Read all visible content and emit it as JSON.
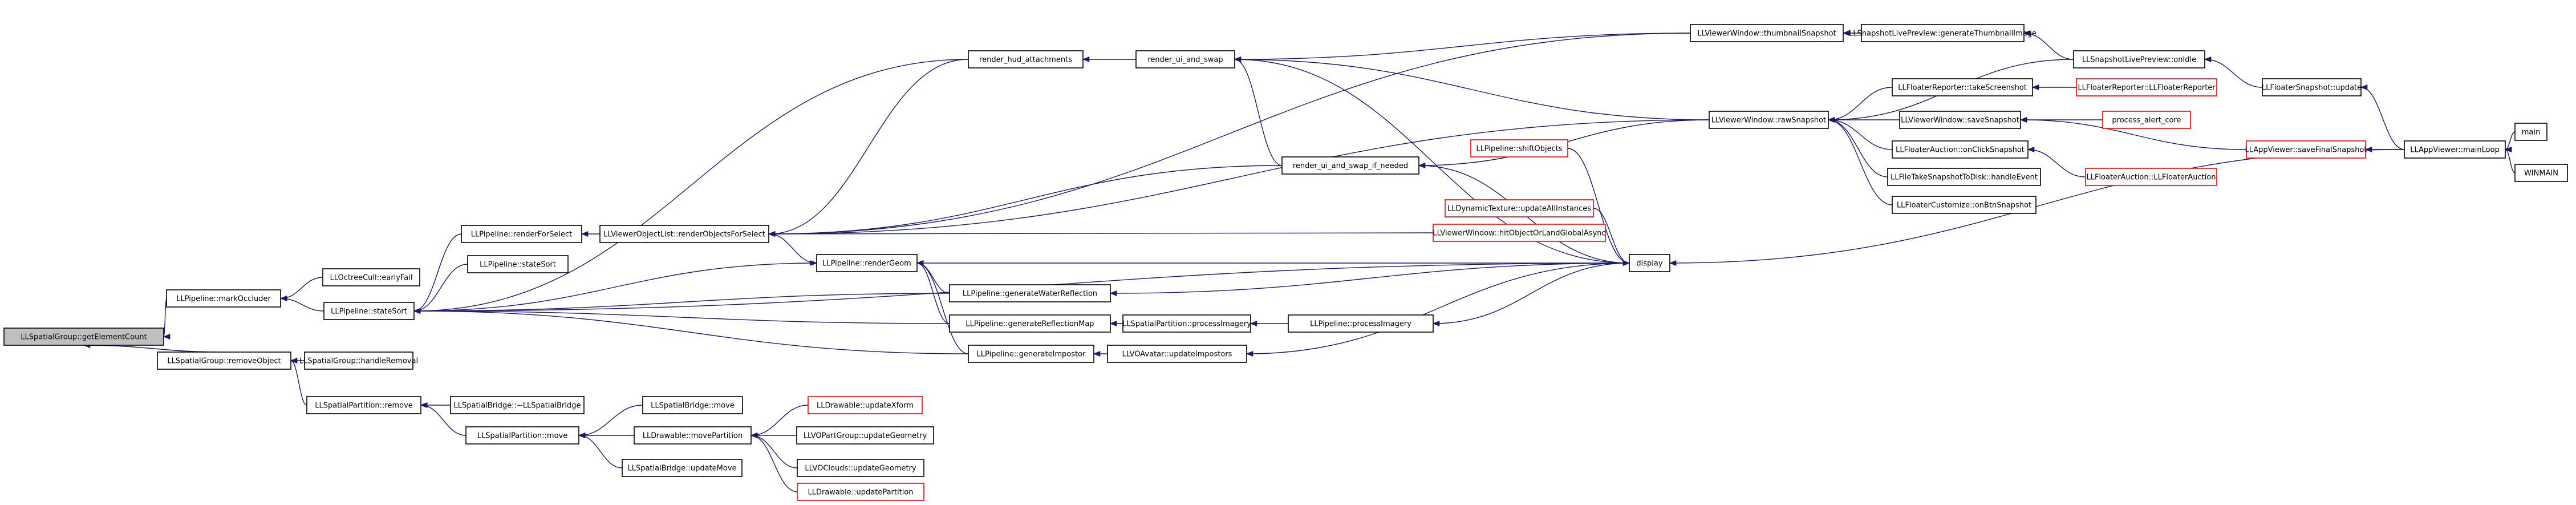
{
  "diagram": {
    "type": "call-graph",
    "colors": {
      "edge": "#191970",
      "node_border": "#000000",
      "node_border_incomplete": "#ff0000",
      "node_fill": "#ffffff",
      "root_fill": "#bfbfbf",
      "text": "#000000"
    },
    "nodes": [
      {
        "id": "n0",
        "label": "LLSpatialGroup::getElementCount",
        "root": true
      },
      {
        "id": "n1",
        "label": "LLPipeline::markOccluder"
      },
      {
        "id": "n2",
        "label": "LLSpatialGroup::removeObject"
      },
      {
        "id": "n3",
        "label": "LLOctreeCull::earlyFail"
      },
      {
        "id": "n4",
        "label": "LLPipeline::stateSort"
      },
      {
        "id": "n5",
        "label": "LLSpatialGroup::handleRemoval"
      },
      {
        "id": "n6",
        "label": "LLSpatialPartition::remove"
      },
      {
        "id": "n7",
        "label": "LLPipeline::renderForSelect"
      },
      {
        "id": "n8",
        "label": "LLPipeline::stateSort"
      },
      {
        "id": "n9",
        "label": "LLSpatialBridge::~LLSpatialBridge"
      },
      {
        "id": "n10",
        "label": "LLSpatialPartition::move"
      },
      {
        "id": "n11",
        "label": "LLViewerObjectList::renderObjectsForSelect"
      },
      {
        "id": "n12",
        "label": "LLSpatialBridge::move"
      },
      {
        "id": "n13",
        "label": "LLDrawable::movePartition"
      },
      {
        "id": "n14",
        "label": "LLSpatialBridge::updateMove"
      },
      {
        "id": "n15",
        "label": "render_hud_attachments"
      },
      {
        "id": "n16",
        "label": "LLPipeline::renderGeom"
      },
      {
        "id": "n17",
        "label": "LLPipeline::generateWaterReflection"
      },
      {
        "id": "n18",
        "label": "LLPipeline::generateReflectionMap"
      },
      {
        "id": "n19",
        "label": "LLPipeline::generateImpostor"
      },
      {
        "id": "n20",
        "label": "LLDrawable::updateXform",
        "incomplete": true
      },
      {
        "id": "n21",
        "label": "LLVOPartGroup::updateGeometry"
      },
      {
        "id": "n22",
        "label": "LLVOClouds::updateGeometry"
      },
      {
        "id": "n23",
        "label": "LLDrawable::updatePartition",
        "incomplete": true
      },
      {
        "id": "n24",
        "label": "render_ui_and_swap"
      },
      {
        "id": "n25",
        "label": "LLSpatialPartition::processImagery"
      },
      {
        "id": "n26",
        "label": "LLVOAvatar::updateImpostors"
      },
      {
        "id": "n27",
        "label": "render_ui_and_swap_if_needed"
      },
      {
        "id": "n28",
        "label": "LLPipeline::processImagery"
      },
      {
        "id": "n29",
        "label": "LLPipeline::shiftObjects",
        "incomplete": true
      },
      {
        "id": "n30",
        "label": "LLDynamicTexture::updateAllInstances",
        "incomplete": true
      },
      {
        "id": "n31",
        "label": "LLViewerWindow::hitObjectOrLandGlobalAsync",
        "incomplete": true
      },
      {
        "id": "n32",
        "label": "display"
      },
      {
        "id": "n33",
        "label": "LLViewerWindow::thumbnailSnapshot"
      },
      {
        "id": "n34",
        "label": "LLViewerWindow::rawSnapshot"
      },
      {
        "id": "n35",
        "label": "LLSnapshotLivePreview::generateThumbnailImage"
      },
      {
        "id": "n36",
        "label": "LLFloaterReporter::takeScreenshot"
      },
      {
        "id": "n37",
        "label": "LLViewerWindow::saveSnapshot"
      },
      {
        "id": "n38",
        "label": "LLFloaterAuction::onClickSnapshot"
      },
      {
        "id": "n39",
        "label": "LLFileTakeSnapshotToDisk::handleEvent"
      },
      {
        "id": "n40",
        "label": "LLFloaterCustomize::onBtnSnapshot"
      },
      {
        "id": "n41",
        "label": "LLSnapshotLivePreview::onIdle"
      },
      {
        "id": "n42",
        "label": "LLFloaterReporter::LLFloaterReporter",
        "incomplete": true
      },
      {
        "id": "n43",
        "label": "process_alert_core",
        "incomplete": true
      },
      {
        "id": "n44",
        "label": "LLAppViewer::saveFinalSnapshot",
        "incomplete": true
      },
      {
        "id": "n45",
        "label": "LLFloaterAuction::LLFloaterAuction",
        "incomplete": true
      },
      {
        "id": "n46",
        "label": "LLFloaterSnapshot::update"
      },
      {
        "id": "n47",
        "label": "LLAppViewer::mainLoop"
      },
      {
        "id": "n48",
        "label": "main"
      },
      {
        "id": "n49",
        "label": "WINMAIN"
      }
    ],
    "edges": [
      [
        "n1",
        "n0"
      ],
      [
        "n2",
        "n0"
      ],
      [
        "n3",
        "n1"
      ],
      [
        "n4",
        "n1"
      ],
      [
        "n5",
        "n2"
      ],
      [
        "n6",
        "n2"
      ],
      [
        "n7",
        "n4"
      ],
      [
        "n8",
        "n4"
      ],
      [
        "n15",
        "n4"
      ],
      [
        "n16",
        "n4"
      ],
      [
        "n17",
        "n4"
      ],
      [
        "n18",
        "n4"
      ],
      [
        "n19",
        "n4"
      ],
      [
        "n32",
        "n4"
      ],
      [
        "n9",
        "n6"
      ],
      [
        "n10",
        "n6"
      ],
      [
        "n11",
        "n7"
      ],
      [
        "n12",
        "n10"
      ],
      [
        "n13",
        "n10"
      ],
      [
        "n14",
        "n10"
      ],
      [
        "n15",
        "n11"
      ],
      [
        "n27",
        "n11"
      ],
      [
        "n31",
        "n11"
      ],
      [
        "n33",
        "n11"
      ],
      [
        "n34",
        "n11"
      ],
      [
        "n20",
        "n13"
      ],
      [
        "n21",
        "n13"
      ],
      [
        "n22",
        "n13"
      ],
      [
        "n23",
        "n13"
      ],
      [
        "n24",
        "n15"
      ],
      [
        "n11",
        "n16"
      ],
      [
        "n17",
        "n16"
      ],
      [
        "n18",
        "n16"
      ],
      [
        "n19",
        "n16"
      ],
      [
        "n32",
        "n16"
      ],
      [
        "n32",
        "n17"
      ],
      [
        "n25",
        "n18"
      ],
      [
        "n26",
        "n19"
      ],
      [
        "n27",
        "n24"
      ],
      [
        "n32",
        "n24"
      ],
      [
        "n33",
        "n24"
      ],
      [
        "n34",
        "n24"
      ],
      [
        "n28",
        "n25"
      ],
      [
        "n32",
        "n26"
      ],
      [
        "n34",
        "n27"
      ],
      [
        "n32",
        "n28"
      ],
      [
        "n29",
        "n32"
      ],
      [
        "n30",
        "n32"
      ],
      [
        "n32",
        "n27"
      ],
      [
        "n47",
        "n32"
      ],
      [
        "n35",
        "n33"
      ],
      [
        "n36",
        "n34"
      ],
      [
        "n37",
        "n34"
      ],
      [
        "n38",
        "n34"
      ],
      [
        "n39",
        "n34"
      ],
      [
        "n40",
        "n34"
      ],
      [
        "n41",
        "n34"
      ],
      [
        "n41",
        "n35"
      ],
      [
        "n42",
        "n36"
      ],
      [
        "n43",
        "n37"
      ],
      [
        "n44",
        "n37"
      ],
      [
        "n45",
        "n38"
      ],
      [
        "n46",
        "n41"
      ],
      [
        "n47",
        "n46"
      ],
      [
        "n47",
        "n44"
      ],
      [
        "n48",
        "n47"
      ],
      [
        "n49",
        "n47"
      ]
    ]
  }
}
